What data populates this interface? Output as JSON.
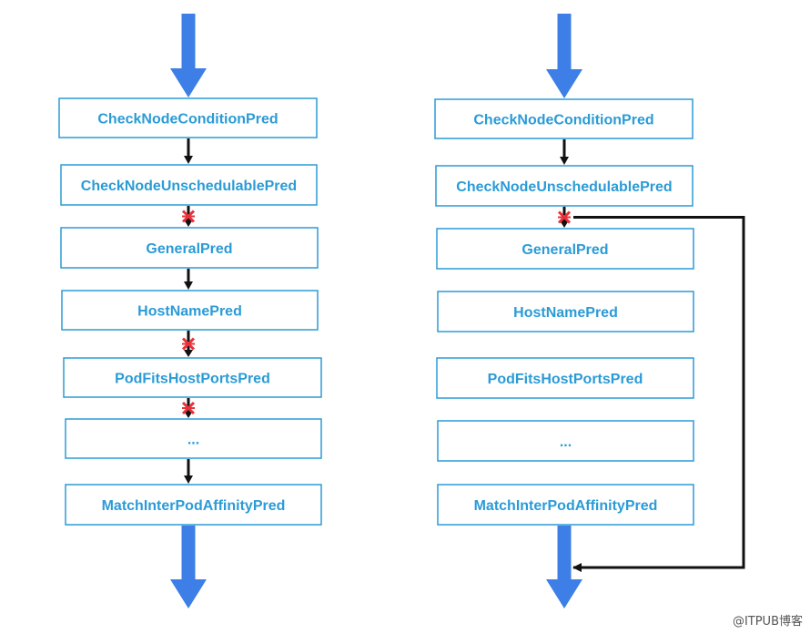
{
  "colors": {
    "box_border": "#2b9bd6",
    "box_text": "#2b9bd6",
    "big_arrow": "#3d7fe6",
    "small_arrow": "#111111",
    "cross": "#e8323a",
    "bypass_line": "#111111"
  },
  "left_flow": {
    "steps": [
      {
        "label": "CheckNodeConditionPred"
      },
      {
        "label": "CheckNodeUnschedulablePred"
      },
      {
        "label": "GeneralPred"
      },
      {
        "label": "HostNamePred"
      },
      {
        "label": "PodFitsHostPortsPred"
      },
      {
        "label": "..."
      },
      {
        "label": "MatchInterPodAffinityPred"
      }
    ],
    "connectors": [
      "pass",
      "fail",
      "pass",
      "fail",
      "fail",
      "pass"
    ]
  },
  "right_flow": {
    "steps": [
      {
        "label": "CheckNodeConditionPred"
      },
      {
        "label": "CheckNodeUnschedulablePred"
      },
      {
        "label": "GeneralPred"
      },
      {
        "label": "HostNamePred"
      },
      {
        "label": "PodFitsHostPortsPred"
      },
      {
        "label": "..."
      },
      {
        "label": "MatchInterPodAffinityPred"
      }
    ],
    "connectors": [
      "pass",
      "fail",
      "none",
      "none",
      "none",
      "none"
    ],
    "bypass": {
      "from_connector": 1,
      "to": "exit-arrow"
    }
  },
  "watermark": "@ITPUB博客"
}
